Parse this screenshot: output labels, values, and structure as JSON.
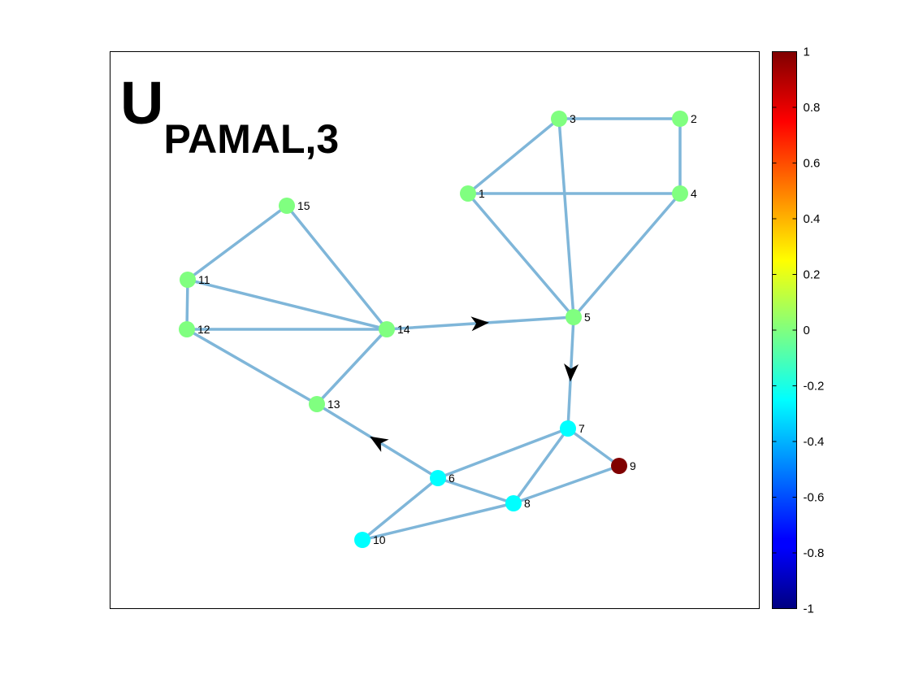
{
  "title": {
    "main": "U",
    "subscript": "PAMAL,3"
  },
  "colorbar": {
    "colormap": "jet",
    "range": [
      -1,
      1
    ],
    "tick_labels": [
      "1",
      "0.8",
      "0.6",
      "0.4",
      "0.2",
      "0",
      "-0.2",
      "-0.4",
      "-0.6",
      "-0.8",
      "-1"
    ]
  },
  "colors": {
    "edge": "#7fb6d9",
    "arrow": "#000000",
    "axes_border": "#000000"
  },
  "graph": {
    "nodes": [
      {
        "id": "1",
        "value": 0
      },
      {
        "id": "2",
        "value": 0
      },
      {
        "id": "3",
        "value": 0
      },
      {
        "id": "4",
        "value": 0
      },
      {
        "id": "5",
        "value": 0
      },
      {
        "id": "6",
        "value": -0.25
      },
      {
        "id": "7",
        "value": -0.25
      },
      {
        "id": "8",
        "value": -0.25
      },
      {
        "id": "9",
        "value": 1
      },
      {
        "id": "10",
        "value": -0.25
      },
      {
        "id": "11",
        "value": 0
      },
      {
        "id": "12",
        "value": 0
      },
      {
        "id": "13",
        "value": 0
      },
      {
        "id": "14",
        "value": 0
      },
      {
        "id": "15",
        "value": 0
      }
    ],
    "edges": [
      [
        "1",
        "3"
      ],
      [
        "1",
        "4"
      ],
      [
        "1",
        "5"
      ],
      [
        "2",
        "3"
      ],
      [
        "2",
        "4"
      ],
      [
        "3",
        "5"
      ],
      [
        "4",
        "5"
      ],
      [
        "5",
        "14"
      ],
      [
        "5",
        "7"
      ],
      [
        "6",
        "7"
      ],
      [
        "6",
        "8"
      ],
      [
        "6",
        "10"
      ],
      [
        "6",
        "13"
      ],
      [
        "7",
        "8"
      ],
      [
        "7",
        "9"
      ],
      [
        "8",
        "9"
      ],
      [
        "8",
        "10"
      ],
      [
        "11",
        "12"
      ],
      [
        "11",
        "14"
      ],
      [
        "11",
        "15"
      ],
      [
        "12",
        "14"
      ],
      [
        "12",
        "13"
      ],
      [
        "13",
        "14"
      ],
      [
        "14",
        "15"
      ]
    ],
    "arrows": [
      {
        "from": "14",
        "to": "5"
      },
      {
        "from": "5",
        "to": "7"
      },
      {
        "from": "6",
        "to": "13"
      }
    ]
  }
}
